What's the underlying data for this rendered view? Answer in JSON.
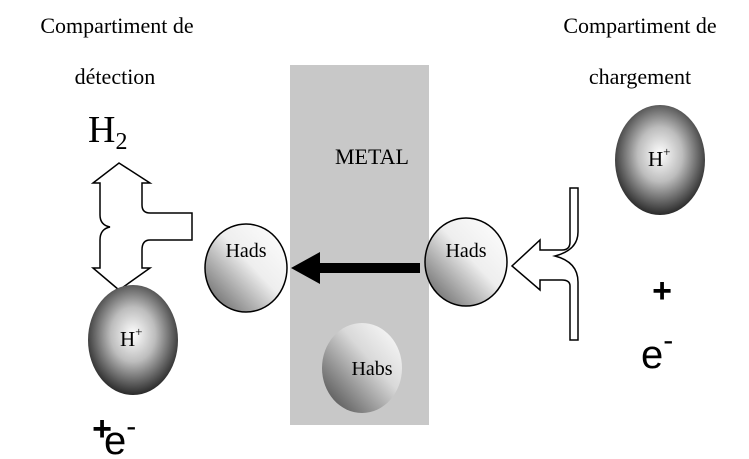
{
  "left_compartment": {
    "line1": "Compartiment de",
    "line2": "détection"
  },
  "right_compartment": {
    "line1": "Compartiment de",
    "line2": "chargement"
  },
  "metal_label": "METAL",
  "h2": {
    "base": "H",
    "sub": "2"
  },
  "atoms": {
    "hads_left": "Hads",
    "hads_right": "Hads",
    "habs": "Habs"
  },
  "ions": {
    "base": "H",
    "sup": "+"
  },
  "electron": {
    "plus": "+",
    "base": "e",
    "sup": "-"
  },
  "colors": {
    "metal": "#c8c8c8",
    "arrow": "#000000",
    "outline": "#000000"
  }
}
